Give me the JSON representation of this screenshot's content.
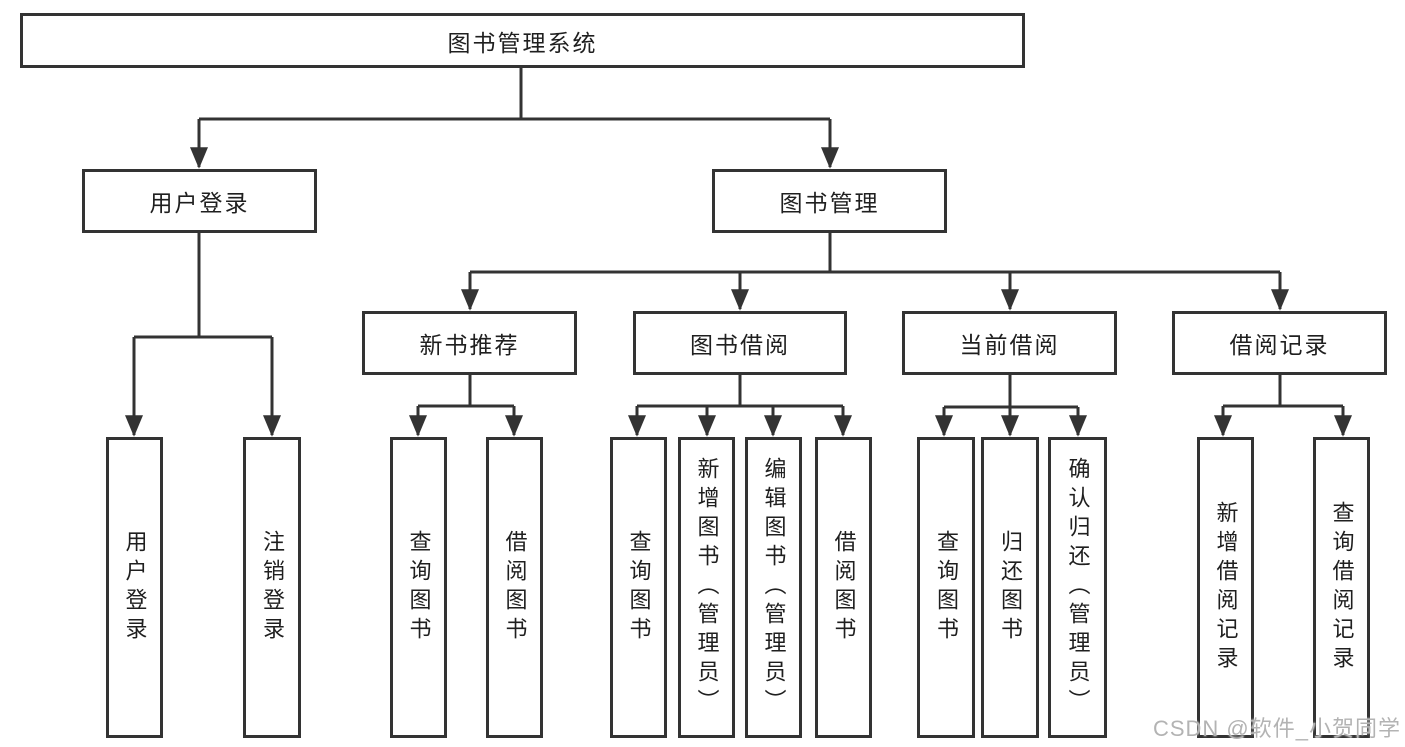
{
  "diagram_title": "图书管理系统",
  "watermark": "CSDN @软件_小贺同学",
  "colors": {
    "line": "#333333",
    "text": "#1f1f1f",
    "background": "#ffffff",
    "watermark": "#b3b3b3"
  },
  "nodes": {
    "root": {
      "label": "图书管理系统"
    },
    "user_login": {
      "label": "用户登录"
    },
    "book_mgmt": {
      "label": "图书管理"
    },
    "new_book_rec": {
      "label": "新书推荐"
    },
    "book_borrow": {
      "label": "图书借阅"
    },
    "current_borrow": {
      "label": "当前借阅"
    },
    "borrow_records": {
      "label": "借阅记录"
    },
    "leaf_user_login": {
      "label": "用户登录"
    },
    "leaf_logout": {
      "label": "注销登录"
    },
    "leaf_query_books_rec": {
      "label": "查询图书"
    },
    "leaf_borrow_books_rec": {
      "label": "借阅图书"
    },
    "leaf_query_books_borrow": {
      "label": "查询图书"
    },
    "leaf_add_books_admin": {
      "label": "新增图书（管理员）"
    },
    "leaf_edit_books_admin": {
      "label": "编辑图书（管理员）"
    },
    "leaf_borrow_books_borrow": {
      "label": "借阅图书"
    },
    "leaf_query_books_current": {
      "label": "查询图书"
    },
    "leaf_return_books": {
      "label": "归还图书"
    },
    "leaf_confirm_return_admin": {
      "label": "确认归还（管理员）"
    },
    "leaf_add_borrow_record": {
      "label": "新增借阅记录"
    },
    "leaf_query_borrow_record": {
      "label": "查询借阅记录"
    }
  },
  "edges": [
    [
      "root",
      "user_login"
    ],
    [
      "root",
      "book_mgmt"
    ],
    [
      "user_login",
      "leaf_user_login"
    ],
    [
      "user_login",
      "leaf_logout"
    ],
    [
      "book_mgmt",
      "new_book_rec"
    ],
    [
      "book_mgmt",
      "book_borrow"
    ],
    [
      "book_mgmt",
      "current_borrow"
    ],
    [
      "book_mgmt",
      "borrow_records"
    ],
    [
      "new_book_rec",
      "leaf_query_books_rec"
    ],
    [
      "new_book_rec",
      "leaf_borrow_books_rec"
    ],
    [
      "book_borrow",
      "leaf_query_books_borrow"
    ],
    [
      "book_borrow",
      "leaf_add_books_admin"
    ],
    [
      "book_borrow",
      "leaf_edit_books_admin"
    ],
    [
      "book_borrow",
      "leaf_borrow_books_borrow"
    ],
    [
      "current_borrow",
      "leaf_query_books_current"
    ],
    [
      "current_borrow",
      "leaf_return_books"
    ],
    [
      "current_borrow",
      "leaf_confirm_return_admin"
    ],
    [
      "borrow_records",
      "leaf_add_borrow_record"
    ],
    [
      "borrow_records",
      "leaf_query_borrow_record"
    ]
  ]
}
